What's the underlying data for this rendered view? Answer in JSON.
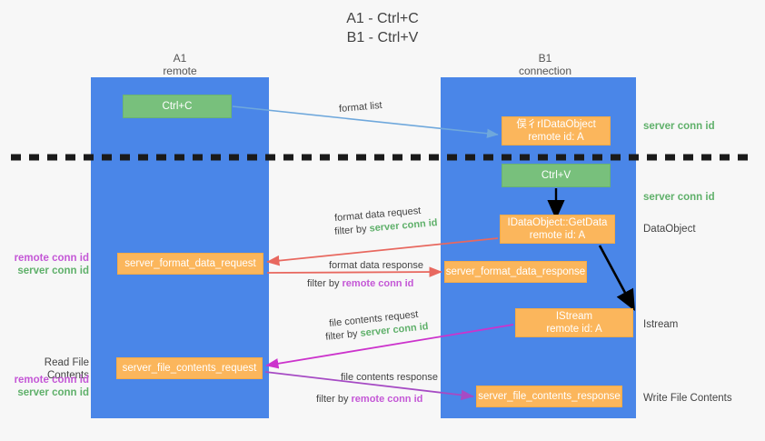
{
  "title_line1": "A1 - Ctrl+C",
  "title_line2": "B1 - Ctrl+V",
  "columns": {
    "a": {
      "name": "A1",
      "role": "remote"
    },
    "b": {
      "name": "B1",
      "role": "connection"
    }
  },
  "nodes": {
    "ctrl_c": "Ctrl+C",
    "idataobject_line1": "俣彳rIDataObject",
    "idataobject_line2": "remote id: A",
    "ctrl_v": "Ctrl+V",
    "getdata_line1": "IDataObject::GetData",
    "getdata_line2": "remote id: A",
    "istream_line1": "IStream",
    "istream_line2": "remote id: A",
    "server_format_data_request": "server_format_data_request",
    "server_format_data_response": "server_format_data_response",
    "server_file_contents_request": "server_file_contents_request",
    "server_file_contents_response": "server_file_contents_response"
  },
  "right_labels": {
    "server_conn_id_top": "server conn id",
    "server_conn_id_mid": "server conn id",
    "dataobject": "DataObject",
    "istream": "Istream",
    "write_file_contents": "Write File Contents"
  },
  "left_labels": {
    "remote_conn_id_1": "remote conn id",
    "server_conn_id_1": "server conn id",
    "read_file_contents": "Read File Contents",
    "remote_conn_id_2": "remote conn id",
    "server_conn_id_2": "server conn id"
  },
  "wire_labels": {
    "format_list": "format list",
    "format_data_request": "format data request",
    "format_data_request_filter_prefix": "filter by ",
    "format_data_request_filter_value": "server conn id",
    "format_data_response": "format data response",
    "format_data_response_filter_prefix": "filter by ",
    "format_data_response_filter_value": "remote conn id",
    "file_contents_request": "file contents request",
    "file_contents_request_filter_prefix": "filter by ",
    "file_contents_request_filter_value": "server conn id",
    "file_contents_response": "file contents response",
    "file_contents_response_filter_prefix": "filter by ",
    "file_contents_response_filter_value": "remote conn id"
  },
  "colors": {
    "lane": "#4a86e8",
    "green_node": "#78c07c",
    "orange_node": "#fbb65c",
    "green_text": "#5fb06a",
    "purple_text": "#c457d6",
    "blue_arrow": "#6fa8dc",
    "red_arrow": "#e8685f",
    "magenta_arrow": "#cc33cc",
    "purple_arrow": "#a64bc4",
    "black_arrow": "#000000",
    "divider": "#1a1a1a"
  }
}
